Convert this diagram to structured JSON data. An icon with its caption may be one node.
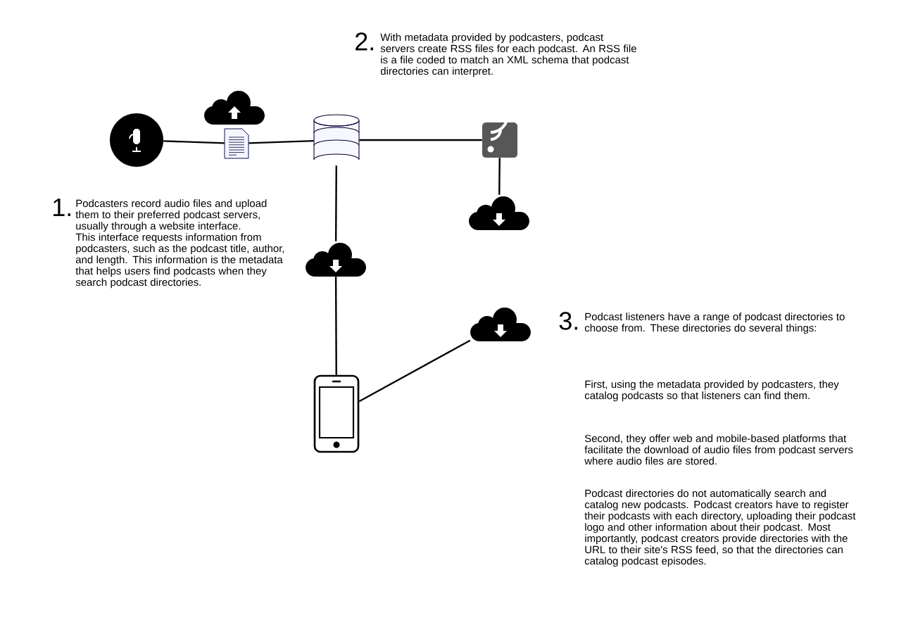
{
  "diagram": {
    "nodes": [
      {
        "text": [],
        "shape": "circle"
      },
      {
        "text": [],
        "shape": "document"
      },
      {
        "text": [],
        "shape": "cylinder"
      },
      {
        "text": [],
        "shape": "box"
      },
      {
        "text": [],
        "shape": "cloud"
      },
      {
        "text": [],
        "shape": "cloud"
      },
      {
        "text": [],
        "shape": "cloud"
      },
      {
        "text": [],
        "shape": "cloud"
      },
      {
        "text": [],
        "shape": "phone"
      }
    ],
    "edges": [
      {
        "from": 0,
        "to": 1,
        "arrow": "none"
      },
      {
        "from": 1,
        "to": 2,
        "arrow": "none"
      },
      {
        "from": 2,
        "to": 3,
        "arrow": "none"
      },
      {
        "from": 3,
        "to": 5,
        "arrow": "none"
      },
      {
        "from": 2,
        "to": 6,
        "arrow": "none"
      },
      {
        "from": 6,
        "to": 8,
        "arrow": "none"
      },
      {
        "from": 7,
        "to": 8,
        "arrow": "none"
      }
    ],
    "labels": [
      "2.",
      "With metadata provided by podcasters, podcast servers create RSS files for each podcast. An RSS file is a file coded to match an XML schema that podcast directories can interpret.",
      "1.",
      "Podcasters record audio files and upload them to their preferred podcast servers, usually through a website interface. This interface requests information from podcasters, such as the podcast title, author, and length. This information is the metadata that helps users find podcasts when they search podcast directories.",
      "3.",
      "Podcast listeners have a range of podcast directories to choose from. These directories do several things:",
      "First, using the metadata provided by podcasters, they catalog podcasts so that listeners can find them.",
      "Second, they offer web and mobile-based platforms that facilitate the download of audio files from podcast servers where audio files are stored.",
      "Podcast directories do not automatically search and catalog new podcasts. Podcast creators have to register their podcasts with each directory, uploading their podcast logo and other information about their podcast. Most importantly, podcast creators provide directories with the URL to their site's RSS feed, so that the directories can catalog podcast episodes."
    ]
  }
}
